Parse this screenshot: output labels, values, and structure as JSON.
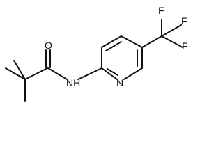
{
  "molecule": {
    "atoms": {
      "oxygen": "O",
      "nh": "NH",
      "ring_n": "N",
      "f_top": "F",
      "f_right": "F",
      "f_mid": "F"
    }
  }
}
